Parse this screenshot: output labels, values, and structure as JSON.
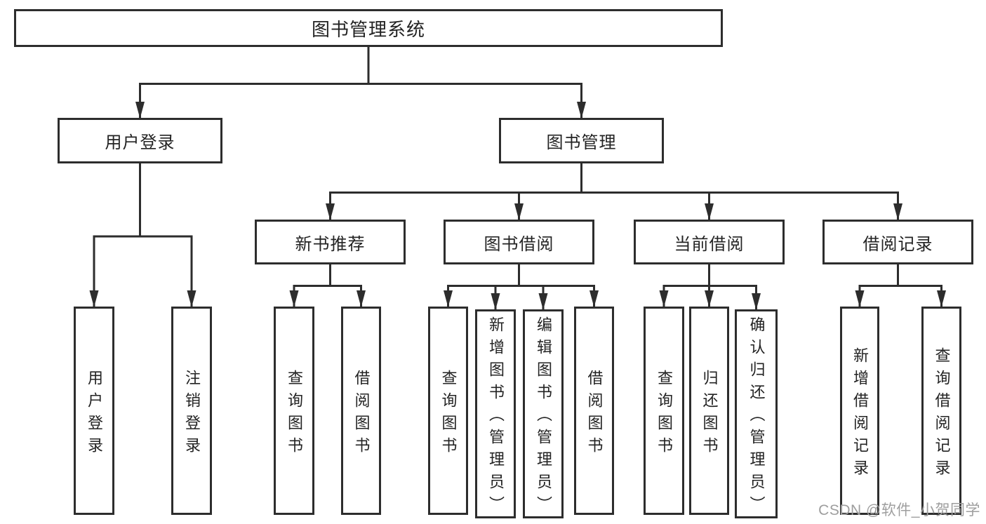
{
  "diagram": {
    "type": "hierarchy-diagram",
    "title": "图书管理系统",
    "tree": {
      "label": "图书管理系统",
      "children": [
        {
          "label": "用户登录",
          "children": [
            {
              "label": "用户登录"
            },
            {
              "label": "注销登录"
            }
          ]
        },
        {
          "label": "图书管理",
          "children": [
            {
              "label": "新书推荐",
              "children": [
                {
                  "label": "查询图书"
                },
                {
                  "label": "借阅图书"
                }
              ]
            },
            {
              "label": "图书借阅",
              "children": [
                {
                  "label": "查询图书"
                },
                {
                  "label": "新增图书（管理员）"
                },
                {
                  "label": "编辑图书（管理员）"
                },
                {
                  "label": "借阅图书"
                }
              ]
            },
            {
              "label": "当前借阅",
              "children": [
                {
                  "label": "查询图书"
                },
                {
                  "label": "归还图书"
                },
                {
                  "label": "确认归还（管理员）"
                }
              ]
            },
            {
              "label": "借阅记录",
              "children": [
                {
                  "label": "新增借阅记录"
                },
                {
                  "label": "查询借阅记录"
                }
              ]
            }
          ]
        }
      ]
    }
  },
  "watermark": {
    "text": "CSDN @软件_小贺同学"
  },
  "colors": {
    "line": "#2d2d2d",
    "text": "#232323",
    "watermark": "#9e9e9e",
    "background": "#ffffff"
  }
}
